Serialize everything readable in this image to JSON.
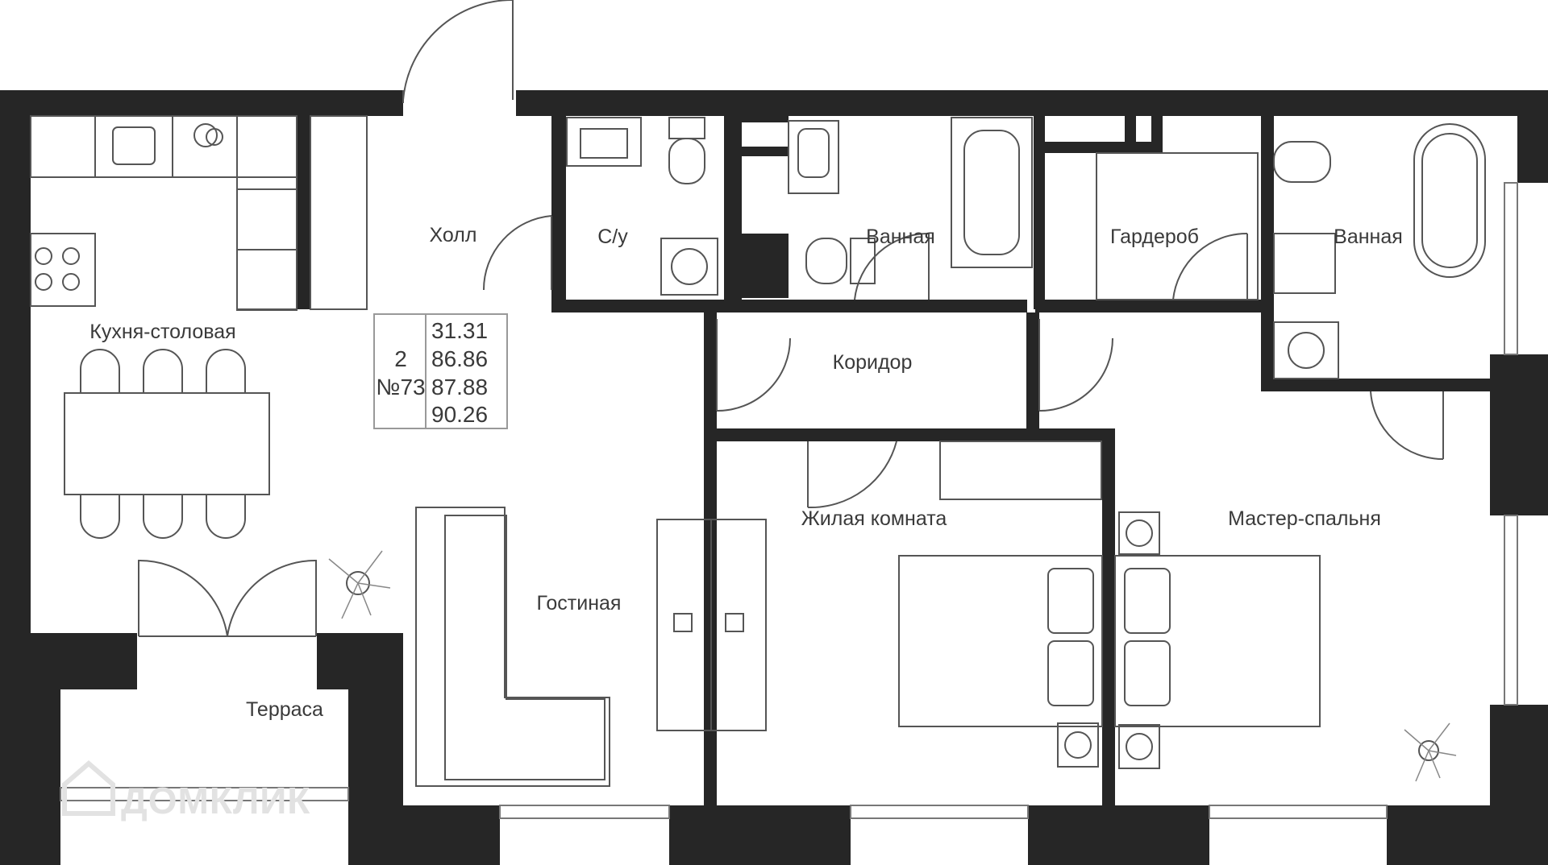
{
  "rooms": {
    "kitchen": "Кухня-столовая",
    "hall": "Холл",
    "wc": "С/у",
    "bath1": "Ванная",
    "wardrobe": "Гардероб",
    "bath2": "Ванная",
    "corridor": "Коридор",
    "living_room": "Жилая комната",
    "master_bedroom": "Мастер-спальня",
    "lounge": "Гостиная",
    "terrace": "Терраса"
  },
  "info": {
    "rooms_count": "2",
    "apartment_number": "№73",
    "area_1": "31.31",
    "area_2": "86.86",
    "area_3": "87.88",
    "area_4": "90.26"
  },
  "watermark": "ДОМКЛИК"
}
